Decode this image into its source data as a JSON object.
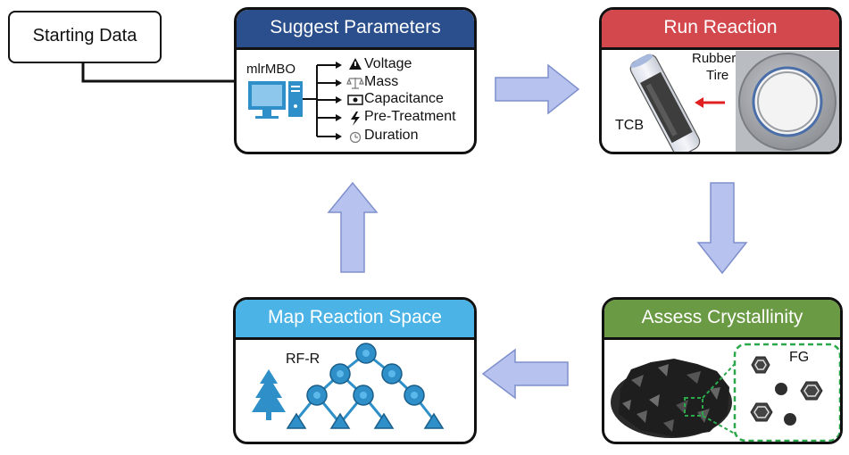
{
  "start_label": "Starting Data",
  "suggest": {
    "title": "Suggest Parameters",
    "software": "mlrMBO",
    "params": [
      "Voltage",
      "Mass",
      "Capacitance",
      "Pre-Treatment",
      "Duration"
    ]
  },
  "run": {
    "title": "Run Reaction",
    "tcb_label": "TCB",
    "rubber_label_1": "Rubber",
    "rubber_label_2": "Tire"
  },
  "assess": {
    "title": "Assess Crystallinity",
    "fg_label": "FG"
  },
  "map": {
    "title": "Map Reaction Space",
    "model_label": "RF-R"
  },
  "colors": {
    "suggest_header": "#2b4f8c",
    "run_header": "#d3484d",
    "assess_header": "#6a9a43",
    "map_header": "#4bb3e6",
    "flow_arrow": "#b7c3ee",
    "tree_blue": "#2e8fc9",
    "fg_dash": "#2aa84a"
  }
}
